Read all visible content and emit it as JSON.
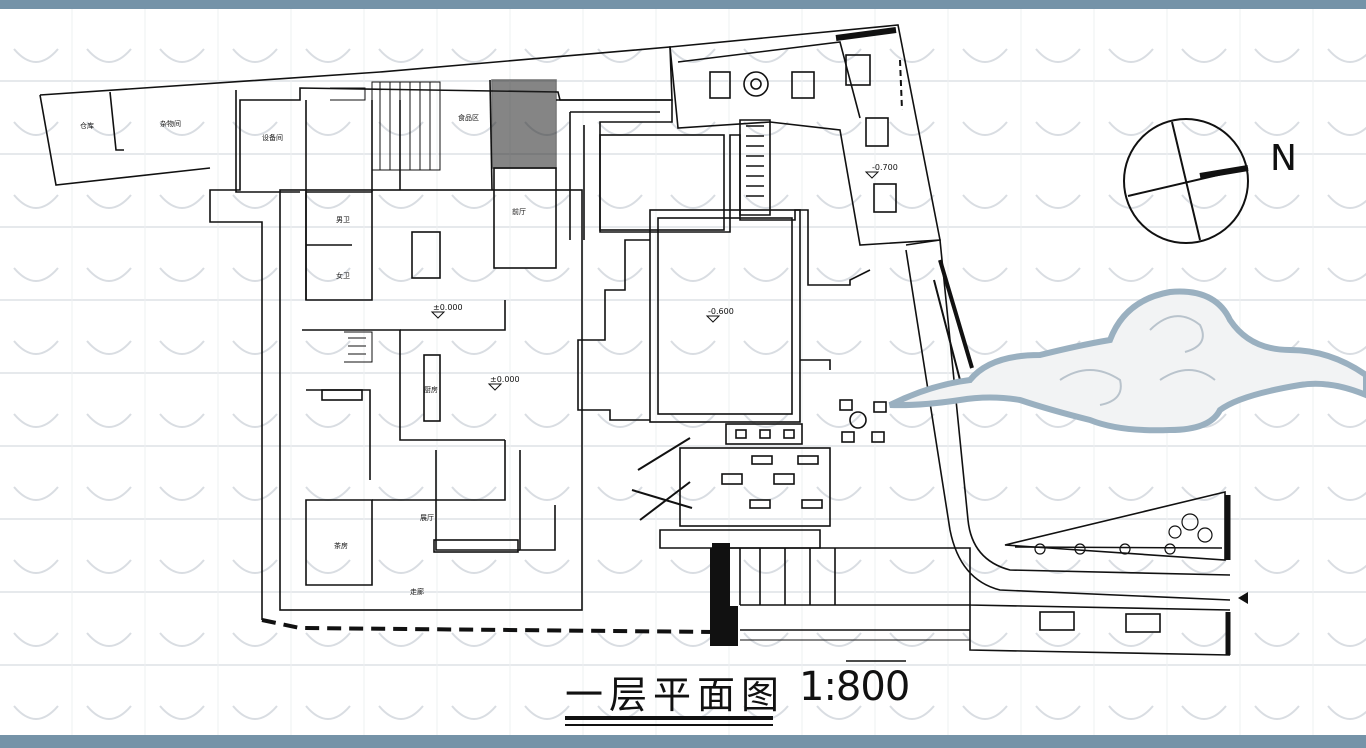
{
  "drawing": {
    "title": "一层平面图",
    "scale": "1:800"
  },
  "compass": {
    "label": "N"
  },
  "levels": [
    "±0.000",
    "±0.000",
    "-0.600",
    "-0.700"
  ],
  "rooms": [
    "仓库",
    "杂物间",
    "设备间",
    "食品区",
    "男卫",
    "女卫",
    "厨房",
    "前厅",
    "茶房",
    "展厅",
    "走廊"
  ],
  "colors": {
    "band": "#7593a8",
    "cloud_outline": "#9ab0c0",
    "line": "#111111"
  }
}
